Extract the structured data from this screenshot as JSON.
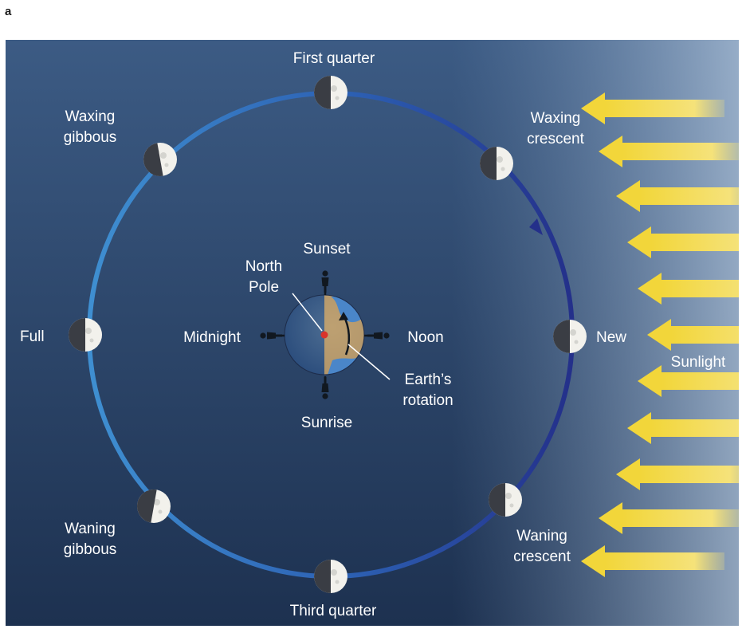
{
  "figure_letter": "a",
  "colors": {
    "background_top": "#3c5b84",
    "background_bottom": "#1d3150",
    "orbit_light": "#3f8fd1",
    "orbit_dark": "#24308a",
    "sunlight_arrow": "#f2d63a",
    "earth_ocean": "#4a86c9",
    "earth_land": "#c69a5c",
    "north_pole_marker": "#d9342b"
  },
  "phases": {
    "first_quarter": "First quarter",
    "waxing_gibbous": "Waxing\ngibbous",
    "waxing_crescent": "Waxing\ncrescent",
    "full": "Full",
    "new": "New",
    "waning_gibbous": "Waning\ngibbous",
    "waning_crescent": "Waning\ncrescent",
    "third_quarter": "Third quarter"
  },
  "earth": {
    "sunset": "Sunset",
    "sunrise": "Sunrise",
    "midnight": "Midnight",
    "noon": "Noon",
    "north_pole": "North\nPole",
    "rotation": "Earth’s\nrotation"
  },
  "sunlight": "Sunlight"
}
